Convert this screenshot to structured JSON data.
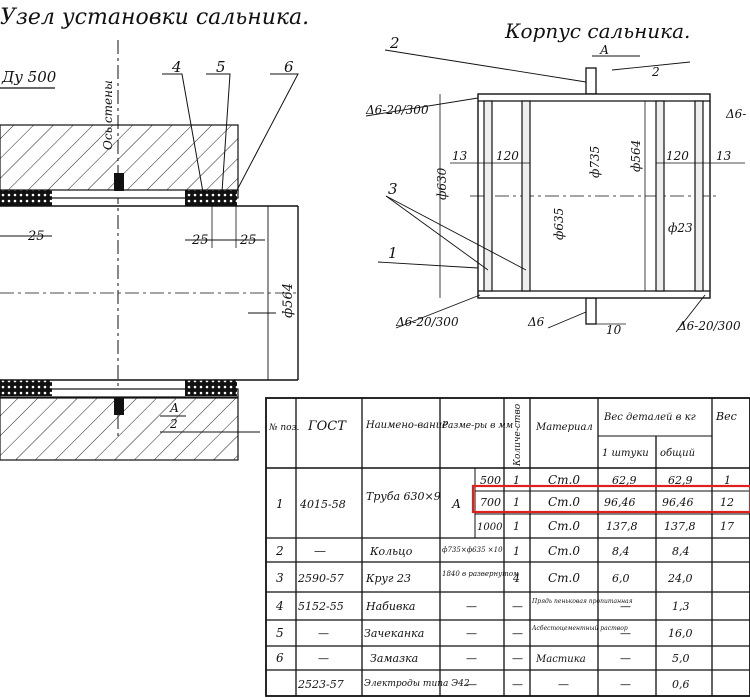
{
  "left_view": {
    "title": "Узел установки сальника.",
    "dn_label": "Ду 500",
    "axis_label": "Ось стены",
    "callouts": [
      "4",
      "5",
      "6"
    ],
    "dims": {
      "d25a": "25",
      "d25b": "25",
      "d25c": "25",
      "d564": "ф564"
    },
    "section": {
      "letter": "А",
      "num": "2"
    }
  },
  "right_view": {
    "title": "Корпус сальника.",
    "callouts": [
      "2",
      "3",
      "1"
    ],
    "section_top": {
      "letter": "А",
      "num": "2"
    },
    "welds": [
      "Δ6-20/300",
      "Δ6-20/300",
      "Δ6-20/300",
      "Δ6"
    ],
    "weld_right_partial": "Δ6-",
    "dims": {
      "d13l": "13",
      "d120l": "120",
      "d120r": "120",
      "d13r": "13",
      "d630": "ф630",
      "d735": "ф735",
      "d564": "ф564",
      "d635": "ф635",
      "d23": "ф23",
      "d10": "10"
    }
  },
  "table": {
    "headers": {
      "pos": "№ поз.",
      "gost": "ГОСТ",
      "name": "Наимено-вание",
      "size": "Разме-ры в мм",
      "qty": "Количе-ство",
      "mat": "Материал",
      "weight": "Вес деталей в кг",
      "unit": "1 штуки",
      "total": "общий",
      "extra": "Вес"
    },
    "rows": [
      {
        "pos": "1",
        "gost": "4015-58",
        "name": "Труба 630×9",
        "size_a": "А",
        "size": "500",
        "qty": "1",
        "mat": "Ст.0",
        "unit": "62,9",
        "total": "62,9",
        "extra": "1"
      },
      {
        "pos": "",
        "gost": "",
        "name": "",
        "size_a": "",
        "size": "700",
        "qty": "1",
        "mat": "Ст.0",
        "unit": "96,46",
        "total": "96,46",
        "extra": "12"
      },
      {
        "pos": "",
        "gost": "",
        "name": "",
        "size_a": "",
        "size": "1000",
        "qty": "1",
        "mat": "Ст.0",
        "unit": "137,8",
        "total": "137,8",
        "extra": "17"
      },
      {
        "pos": "2",
        "gost": "—",
        "name": "Кольцо",
        "size": "ф735×ф635 ×10",
        "qty": "1",
        "mat": "Ст.0",
        "unit": "8,4",
        "total": "8,4",
        "extra": ""
      },
      {
        "pos": "3",
        "gost": "2590-57",
        "name": "Круг 23",
        "size": "1840 в развернутом",
        "qty": "4",
        "mat": "Ст.0",
        "unit": "6,0",
        "total": "24,0",
        "extra": ""
      },
      {
        "pos": "4",
        "gost": "5152-55",
        "name": "Набивка",
        "size": "—",
        "qty": "—",
        "mat": "Прядь пеньковая пропитанная",
        "unit": "—",
        "total": "1,3",
        "extra": ""
      },
      {
        "pos": "5",
        "gost": "—",
        "name": "Зачеканка",
        "size": "—",
        "qty": "—",
        "mat": "Асбестоцементный раствор",
        "unit": "—",
        "total": "16,0",
        "extra": ""
      },
      {
        "pos": "6",
        "gost": "—",
        "name": "Замазка",
        "size": "—",
        "qty": "—",
        "mat": "Мастика",
        "unit": "—",
        "total": "5,0",
        "extra": ""
      },
      {
        "pos": "",
        "gost": "2523-57",
        "name": "Электроды типа Э42",
        "size": "—",
        "qty": "—",
        "mat": "—",
        "unit": "—",
        "total": "0,6",
        "extra": ""
      }
    ],
    "highlight_color": "#e0201c"
  }
}
